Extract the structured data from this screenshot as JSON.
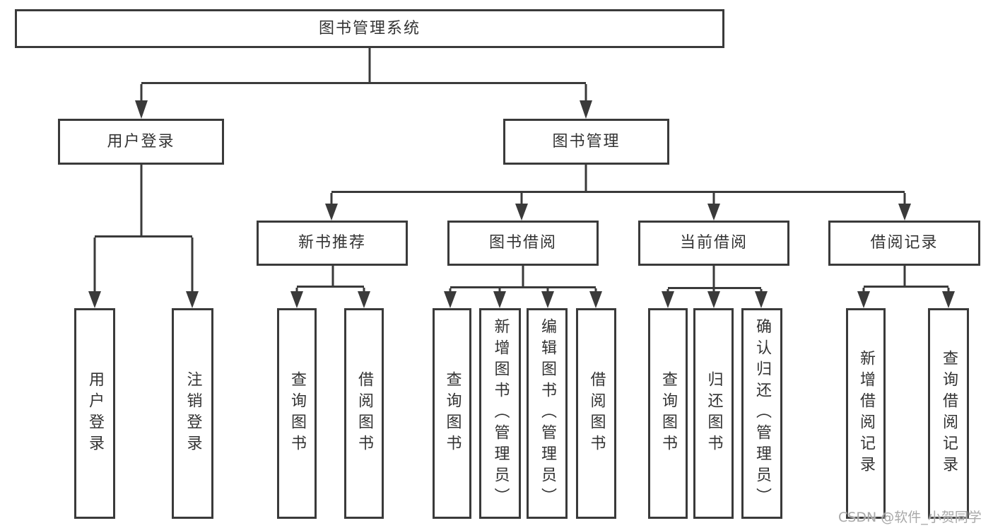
{
  "colors": {
    "line": "#3a3a3a",
    "box_border": "#3a3a3a",
    "box_fill": "#ffffff",
    "text": "#333333",
    "watermark": "#a8a8a8"
  },
  "watermark": {
    "text": "CSDN @软件_小贺同学"
  },
  "tree": {
    "root": {
      "label": "图书管理系统"
    },
    "level1": [
      {
        "label": "用户登录"
      },
      {
        "label": "图书管理"
      }
    ],
    "level2": [
      {
        "label": "新书推荐"
      },
      {
        "label": "图书借阅"
      },
      {
        "label": "当前借阅"
      },
      {
        "label": "借阅记录"
      }
    ],
    "leaves": {
      "user_login": [
        "用户登录",
        "注销登录"
      ],
      "new_book": [
        "查询图书",
        "借阅图书"
      ],
      "book_borrow": [
        "查询图书",
        "新增图书（管理员）",
        "编辑图书（管理员）",
        "借阅图书"
      ],
      "current_borrow": [
        "查询图书",
        "归还图书",
        "确认归还（管理员）"
      ],
      "borrow_record": [
        "新增借阅记录",
        "查询借阅记录"
      ]
    }
  }
}
